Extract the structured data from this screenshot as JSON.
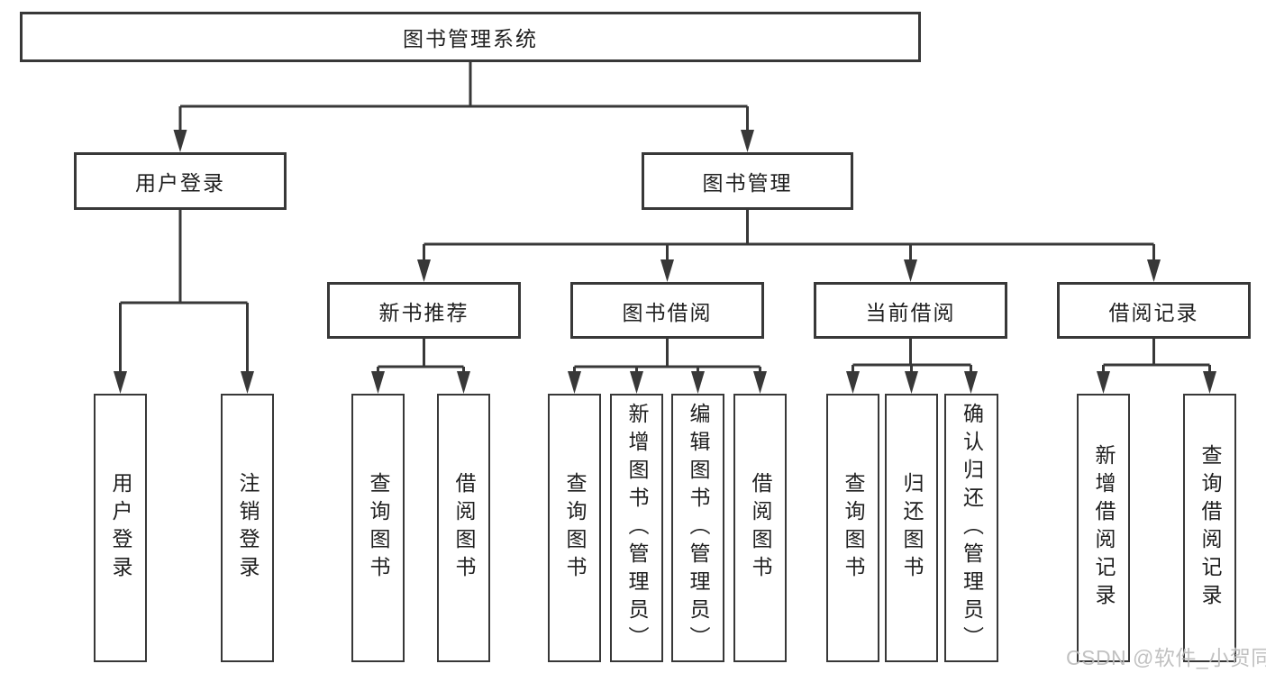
{
  "tree": {
    "root": {
      "label": "图书管理系统"
    },
    "branches": [
      {
        "label": "用户登录",
        "children": [
          {
            "label": "用户登录"
          },
          {
            "label": "注销登录"
          }
        ]
      },
      {
        "label": "图书管理",
        "children": [
          {
            "label": "新书推荐",
            "children": [
              {
                "label": "查询图书"
              },
              {
                "label": "借阅图书"
              }
            ]
          },
          {
            "label": "图书借阅",
            "children": [
              {
                "label": "查询图书"
              },
              {
                "label": "新增图书（管理员）"
              },
              {
                "label": "编辑图书（管理员）"
              },
              {
                "label": "借阅图书"
              }
            ]
          },
          {
            "label": "当前借阅",
            "children": [
              {
                "label": "查询图书"
              },
              {
                "label": "归还图书"
              },
              {
                "label": "确认归还（管理员）"
              }
            ]
          },
          {
            "label": "借阅记录",
            "children": [
              {
                "label": "新增借阅记录"
              },
              {
                "label": "查询借阅记录"
              }
            ]
          }
        ]
      }
    ]
  },
  "watermark": {
    "text": "CSDN @软件_小贺同学"
  },
  "colors": {
    "line": "#383838",
    "text": "#1f1f1f",
    "watermark": "#bcbcbc",
    "background": "#ffffff"
  }
}
